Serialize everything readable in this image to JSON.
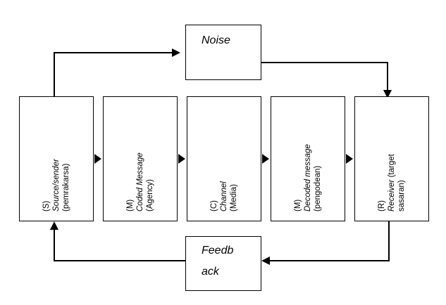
{
  "nodes": {
    "source": {
      "code": "(S)",
      "name": "Source/sender",
      "note": "(pemrakarsa)"
    },
    "coded": {
      "code": "(M)",
      "name": "Coded Message",
      "note": "(Agency)"
    },
    "channel": {
      "code": "(C)",
      "name": "Channel",
      "note": "(Media)"
    },
    "decoded": {
      "code": "(M)",
      "name": "Decoded message",
      "note": "(pengodean)"
    },
    "receiver": {
      "code": "(R)",
      "name": "Receiver",
      "note_inline": "(target",
      "note_line": "sasaran)"
    }
  },
  "noise": {
    "label": "Noise"
  },
  "feedback": {
    "label_line1": "Feedb",
    "label_line2": "ack"
  },
  "colors": {
    "line": "#000000",
    "background": "#ffffff"
  }
}
